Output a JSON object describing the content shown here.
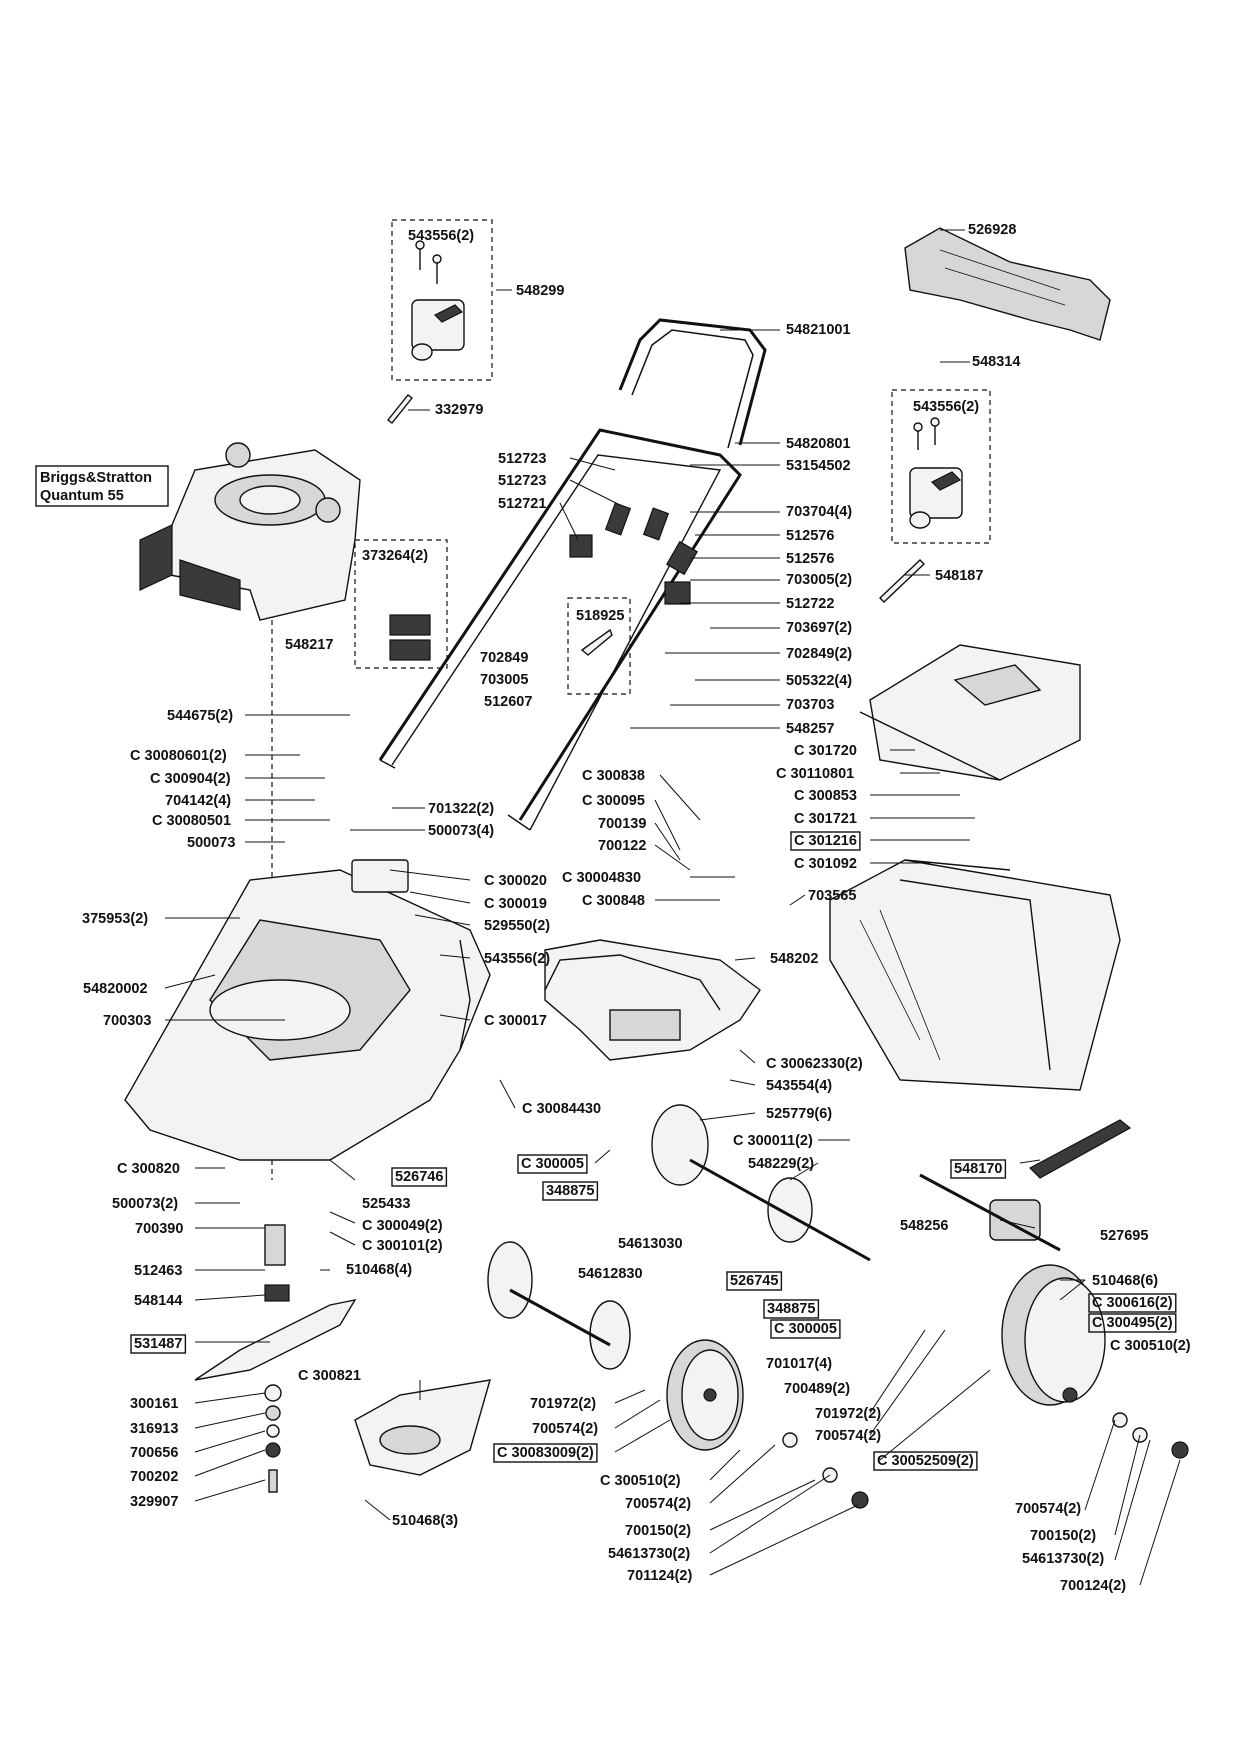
{
  "engine": {
    "name_line1": "Briggs&Stratton",
    "name_line2": "Quantum 55"
  },
  "labels": [
    {
      "id": "L1",
      "text": "543556(2)",
      "boxed": false
    },
    {
      "id": "L2",
      "text": "548299",
      "boxed": false
    },
    {
      "id": "L3",
      "text": "332979",
      "boxed": false
    },
    {
      "id": "L4",
      "text": "526928",
      "boxed": false
    },
    {
      "id": "L5",
      "text": "54821001",
      "boxed": false
    },
    {
      "id": "L6",
      "text": "548314",
      "boxed": false
    },
    {
      "id": "L7",
      "text": "543556(2)",
      "boxed": false
    },
    {
      "id": "L8",
      "text": "54820801",
      "boxed": false
    },
    {
      "id": "L9",
      "text": "53154502",
      "boxed": false
    },
    {
      "id": "L10",
      "text": "512723",
      "boxed": false
    },
    {
      "id": "L11",
      "text": "512723",
      "boxed": false
    },
    {
      "id": "L12",
      "text": "512721",
      "boxed": false
    },
    {
      "id": "L13",
      "text": "703704(4)",
      "boxed": false
    },
    {
      "id": "L14",
      "text": "512576",
      "boxed": false
    },
    {
      "id": "L15",
      "text": "512576",
      "boxed": false
    },
    {
      "id": "L16",
      "text": "703005(2)",
      "boxed": false
    },
    {
      "id": "L17",
      "text": "512722",
      "boxed": false
    },
    {
      "id": "L18",
      "text": "548187",
      "boxed": false
    },
    {
      "id": "L19",
      "text": "373264(2)",
      "boxed": false
    },
    {
      "id": "L20",
      "text": "548217",
      "boxed": false
    },
    {
      "id": "L21",
      "text": "518925",
      "boxed": false
    },
    {
      "id": "L22",
      "text": "702849",
      "boxed": false
    },
    {
      "id": "L23",
      "text": "703005",
      "boxed": false
    },
    {
      "id": "L24",
      "text": "512607",
      "boxed": false
    },
    {
      "id": "L25",
      "text": "703697(2)",
      "boxed": false
    },
    {
      "id": "L26",
      "text": "702849(2)",
      "boxed": false
    },
    {
      "id": "L27",
      "text": "505322(4)",
      "boxed": false
    },
    {
      "id": "L28",
      "text": "703703",
      "boxed": false
    },
    {
      "id": "L29",
      "text": "548257",
      "boxed": false
    },
    {
      "id": "L30",
      "text": "544675(2)",
      "boxed": false
    },
    {
      "id": "L31",
      "text": "C 30080601(2)",
      "boxed": false
    },
    {
      "id": "L32",
      "text": "C 300904(2)",
      "boxed": false
    },
    {
      "id": "L33",
      "text": "704142(4)",
      "boxed": false
    },
    {
      "id": "L34",
      "text": "C 30080501",
      "boxed": false
    },
    {
      "id": "L35",
      "text": "500073",
      "boxed": false
    },
    {
      "id": "L36",
      "text": "701322(2)",
      "boxed": false
    },
    {
      "id": "L37",
      "text": "500073(4)",
      "boxed": false
    },
    {
      "id": "L38",
      "text": "C 301720",
      "boxed": false
    },
    {
      "id": "L39",
      "text": "C 30110801",
      "boxed": false
    },
    {
      "id": "L40",
      "text": "C 300853",
      "boxed": false
    },
    {
      "id": "L41",
      "text": "C 301721",
      "boxed": false
    },
    {
      "id": "L42",
      "text": "C 301216",
      "boxed": true
    },
    {
      "id": "L43",
      "text": "C 301092",
      "boxed": false
    },
    {
      "id": "L44",
      "text": "C 300838",
      "boxed": false
    },
    {
      "id": "L45",
      "text": "C 300095",
      "boxed": false
    },
    {
      "id": "L46",
      "text": "700139",
      "boxed": false
    },
    {
      "id": "L47",
      "text": "700122",
      "boxed": false
    },
    {
      "id": "L48",
      "text": "C 30004830",
      "boxed": false
    },
    {
      "id": "L49",
      "text": "C 300848",
      "boxed": false
    },
    {
      "id": "L50",
      "text": "703565",
      "boxed": false
    },
    {
      "id": "L51",
      "text": "C 300020",
      "boxed": false
    },
    {
      "id": "L52",
      "text": "C 300019",
      "boxed": false
    },
    {
      "id": "L53",
      "text": "529550(2)",
      "boxed": false
    },
    {
      "id": "L54",
      "text": "375953(2)",
      "boxed": false
    },
    {
      "id": "L55",
      "text": "543556(2)",
      "boxed": false
    },
    {
      "id": "L56",
      "text": "548202",
      "boxed": false
    },
    {
      "id": "L57",
      "text": "54820002",
      "boxed": false
    },
    {
      "id": "L58",
      "text": "700303",
      "boxed": false
    },
    {
      "id": "L59",
      "text": "C 300017",
      "boxed": false
    },
    {
      "id": "L60",
      "text": "C 30062330(2)",
      "boxed": false
    },
    {
      "id": "L61",
      "text": "543554(4)",
      "boxed": false
    },
    {
      "id": "L62",
      "text": "C 30084430",
      "boxed": false
    },
    {
      "id": "L63",
      "text": "525779(6)",
      "boxed": false
    },
    {
      "id": "L64",
      "text": "C 300011(2)",
      "boxed": false
    },
    {
      "id": "L65",
      "text": "C 300005",
      "boxed": true
    },
    {
      "id": "L66",
      "text": "526746",
      "boxed": true
    },
    {
      "id": "L67",
      "text": "348875",
      "boxed": true
    },
    {
      "id": "L68",
      "text": "548229(2)",
      "boxed": false
    },
    {
      "id": "L69",
      "text": "548170",
      "boxed": true
    },
    {
      "id": "L70",
      "text": "C 300820",
      "boxed": false
    },
    {
      "id": "L71",
      "text": "525433",
      "boxed": false
    },
    {
      "id": "L72",
      "text": "500073(2)",
      "boxed": false
    },
    {
      "id": "L73",
      "text": "C 300049(2)",
      "boxed": false
    },
    {
      "id": "L74",
      "text": "700390",
      "boxed": false
    },
    {
      "id": "L75",
      "text": "C 300101(2)",
      "boxed": false
    },
    {
      "id": "L76",
      "text": "54613030",
      "boxed": false
    },
    {
      "id": "L77",
      "text": "548256",
      "boxed": false
    },
    {
      "id": "L78",
      "text": "527695",
      "boxed": false
    },
    {
      "id": "L79",
      "text": "512463",
      "boxed": false
    },
    {
      "id": "L80",
      "text": "510468(4)",
      "boxed": false
    },
    {
      "id": "L81",
      "text": "54612830",
      "boxed": false
    },
    {
      "id": "L82",
      "text": "526745",
      "boxed": true
    },
    {
      "id": "L83",
      "text": "510468(6)",
      "boxed": false
    },
    {
      "id": "L84",
      "text": "548144",
      "boxed": false
    },
    {
      "id": "L85",
      "text": "348875",
      "boxed": true
    },
    {
      "id": "L86",
      "text": "C 300616(2)",
      "boxed": true
    },
    {
      "id": "L87",
      "text": "C 300005",
      "boxed": true
    },
    {
      "id": "L88",
      "text": "C 300495(2)",
      "boxed": true
    },
    {
      "id": "L89",
      "text": "531487",
      "boxed": true
    },
    {
      "id": "L90",
      "text": "C 300510(2)",
      "boxed": false
    },
    {
      "id": "L91",
      "text": "701017(4)",
      "boxed": false
    },
    {
      "id": "L92",
      "text": "C 300821",
      "boxed": false
    },
    {
      "id": "L93",
      "text": "700489(2)",
      "boxed": false
    },
    {
      "id": "L94",
      "text": "300161",
      "boxed": false
    },
    {
      "id": "L95",
      "text": "701972(2)",
      "boxed": false
    },
    {
      "id": "L96",
      "text": "701972(2)",
      "boxed": false
    },
    {
      "id": "L97",
      "text": "316913",
      "boxed": false
    },
    {
      "id": "L98",
      "text": "700574(2)",
      "boxed": false
    },
    {
      "id": "L99",
      "text": "700574(2)",
      "boxed": false
    },
    {
      "id": "L100",
      "text": "700656",
      "boxed": false
    },
    {
      "id": "L101",
      "text": "C 30083009(2)",
      "boxed": true
    },
    {
      "id": "L102",
      "text": "C 30052509(2)",
      "boxed": true
    },
    {
      "id": "L103",
      "text": "700202",
      "boxed": false
    },
    {
      "id": "L104",
      "text": "C 300510(2)",
      "boxed": false
    },
    {
      "id": "L105",
      "text": "329907",
      "boxed": false
    },
    {
      "id": "L106",
      "text": "510468(3)",
      "boxed": false
    },
    {
      "id": "L107",
      "text": "700574(2)",
      "boxed": false
    },
    {
      "id": "L108",
      "text": "700574(2)",
      "boxed": false
    },
    {
      "id": "L109",
      "text": "700150(2)",
      "boxed": false
    },
    {
      "id": "L110",
      "text": "700150(2)",
      "boxed": false
    },
    {
      "id": "L111",
      "text": "54613730(2)",
      "boxed": false
    },
    {
      "id": "L112",
      "text": "54613730(2)",
      "boxed": false
    },
    {
      "id": "L113",
      "text": "701124(2)",
      "boxed": false
    },
    {
      "id": "L114",
      "text": "700124(2)",
      "boxed": false
    }
  ]
}
